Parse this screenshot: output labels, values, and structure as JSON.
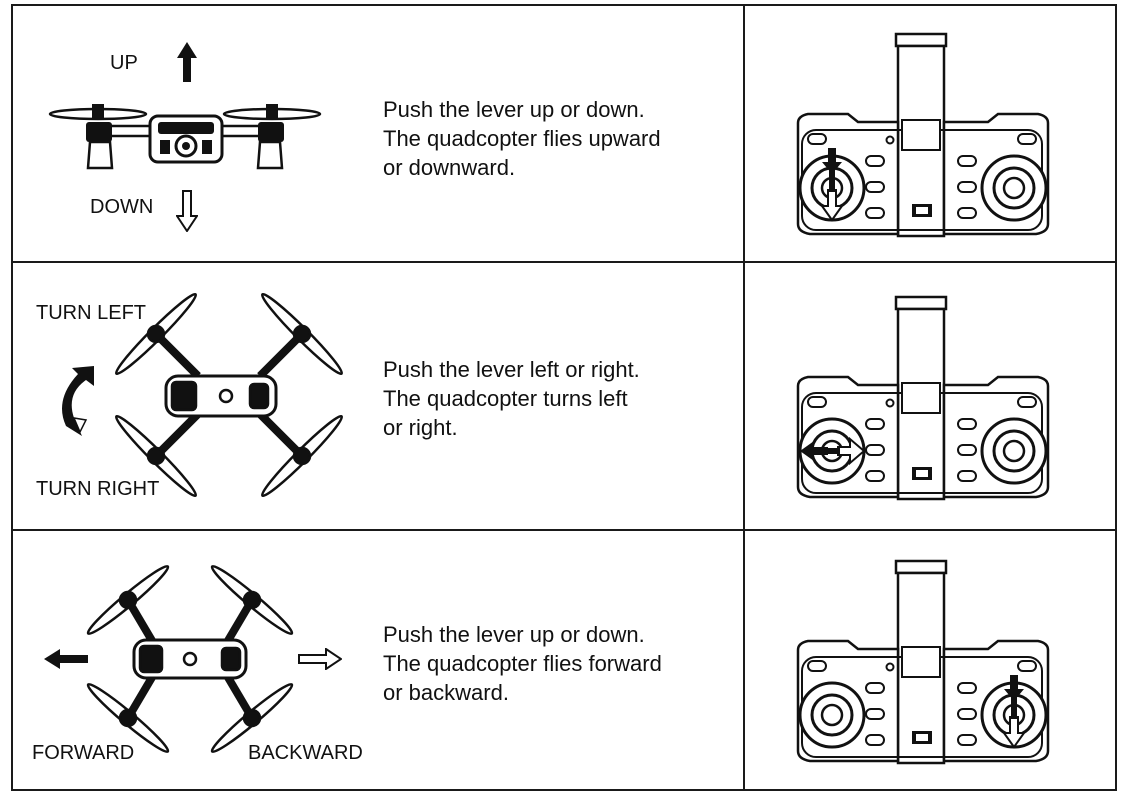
{
  "rows": [
    {
      "drone_labels": [
        "UP",
        "DOWN"
      ],
      "instruction_lines": [
        "Push the lever up or down.",
        "The quadcopter flies upward",
        "or downward."
      ],
      "remote_stick": "left",
      "remote_arrow": "up-down"
    },
    {
      "drone_labels": [
        "TURN LEFT",
        "TURN RIGHT"
      ],
      "instruction_lines": [
        "Push the lever left or right.",
        "The quadcopter turns left",
        "or right."
      ],
      "remote_stick": "left",
      "remote_arrow": "left-right"
    },
    {
      "drone_labels": [
        "FORWARD",
        "BACKWARD"
      ],
      "instruction_lines": [
        "Push the lever up or down.",
        "The quadcopter flies forward",
        "or backward."
      ],
      "remote_stick": "right",
      "remote_arrow": "up-down"
    }
  ],
  "icons": {
    "up_arrow": "arrow-up-filled-icon",
    "down_arrow": "arrow-down-outline-icon",
    "rotate_arrow": "rotate-arrow-icon",
    "forward_arrow": "arrow-left-filled-icon",
    "backward_arrow": "arrow-right-outline-icon"
  }
}
